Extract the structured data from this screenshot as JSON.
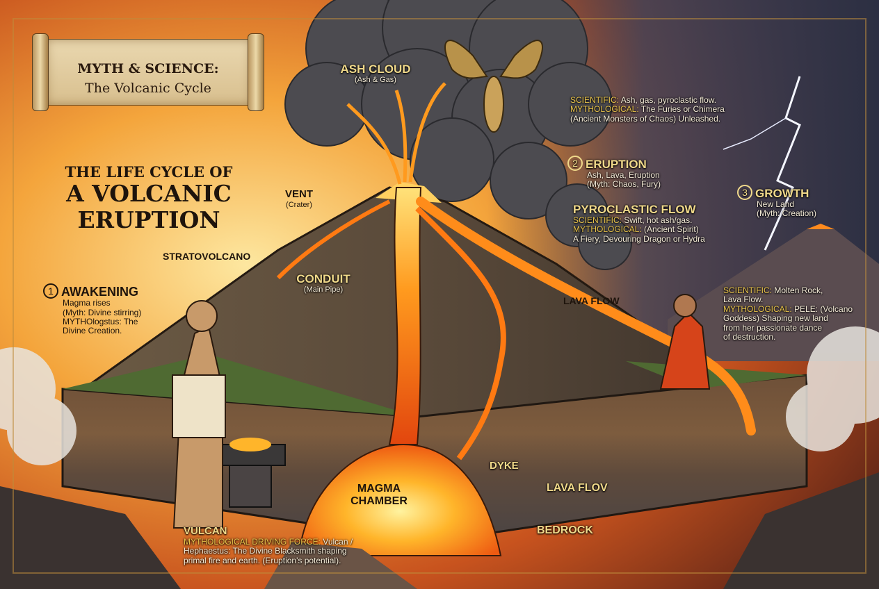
{
  "scroll": {
    "title": "MYTH & SCIENCE:",
    "subtitle": "The Volcanic Cycle"
  },
  "headline": {
    "line1": "THE LIFE CYCLE OF",
    "line2": "A VOLCANIC",
    "line3": "ERUPTION"
  },
  "labels": {
    "stratovolcano": "STRATOVOLCANO",
    "vent": {
      "title": "VENT",
      "sub": "(Crater)"
    },
    "conduit": {
      "title": "CONDUIT",
      "sub": "(Main Pipe)"
    },
    "ash_cloud": {
      "title": "ASH CLOUD",
      "sub": "(Ash & Gas)"
    },
    "lava_flow_top": "LAVA FLOW",
    "dyke": "DYKE",
    "lava_flow_layer": "LAVA FLOV",
    "bedrock": "BEDROCK",
    "magma_chamber": {
      "line1": "MAGMA",
      "line2": "CHAMBER"
    }
  },
  "stages": [
    {
      "number": "1",
      "title": "AWAKENING",
      "lines": [
        "Magma rises",
        "(Myth: Divine stirring)",
        "MYTHOlogstus: The",
        "Divine Creation."
      ]
    },
    {
      "number": "2",
      "title": "ERUPTION",
      "lines": [
        "Ash, Lava, Eruption",
        "(Myth: Chaos, Fury)"
      ]
    },
    {
      "number": "3",
      "title": "GROWTH",
      "lines": [
        "New Land",
        "(Myth: Creation)"
      ]
    }
  ],
  "ash_note": {
    "sci_key": "SCIENTIFIC:",
    "sci_text": " Ash, gas, pyroclastic flow.",
    "myth_key": "MYTHOLOGICAL:",
    "myth_text": " The Furies or Chimera",
    "line3": "(Ancient Monsters of Chaos) Unleashed."
  },
  "pyroclastic": {
    "title": "PYROCLASTIC FLOW",
    "sci_key": "SCIENTIFIC:",
    "sci_text": " Swift, hot ash/gas.",
    "myth_key": "MYTHOLOGICAL:",
    "myth_text": " (Ancient Spirit)",
    "line3": "A Fiery, Devouring Dragon or Hydra"
  },
  "pele_note": {
    "sci_key": "SCIENTIFIC:",
    "sci_text": " Molten Rock,",
    "line2": "Lava Flow.",
    "myth_key": "MYTHOLOGICAL:",
    "myth_text": " PELE: (Volcano",
    "line4": "Goddess) Shaping new land",
    "line5": "from her passionate dance",
    "line6": "of destruction."
  },
  "vulcan": {
    "title": "VULCAN",
    "myth_key": "MYTHOLOGICAL DRIVING FORCE:",
    "myth_text": " Vulcan /",
    "line2": "Hephaestus: The Divine Blacksmith shaping",
    "line3": "primal fire and earth. (Eruption's potential)."
  },
  "colors": {
    "gold": "#e7c24a",
    "lava": "#ff7a12",
    "ash": "#4a4a4e",
    "sky_warm": "#f2a23a",
    "sky_storm": "#3a3d52"
  }
}
